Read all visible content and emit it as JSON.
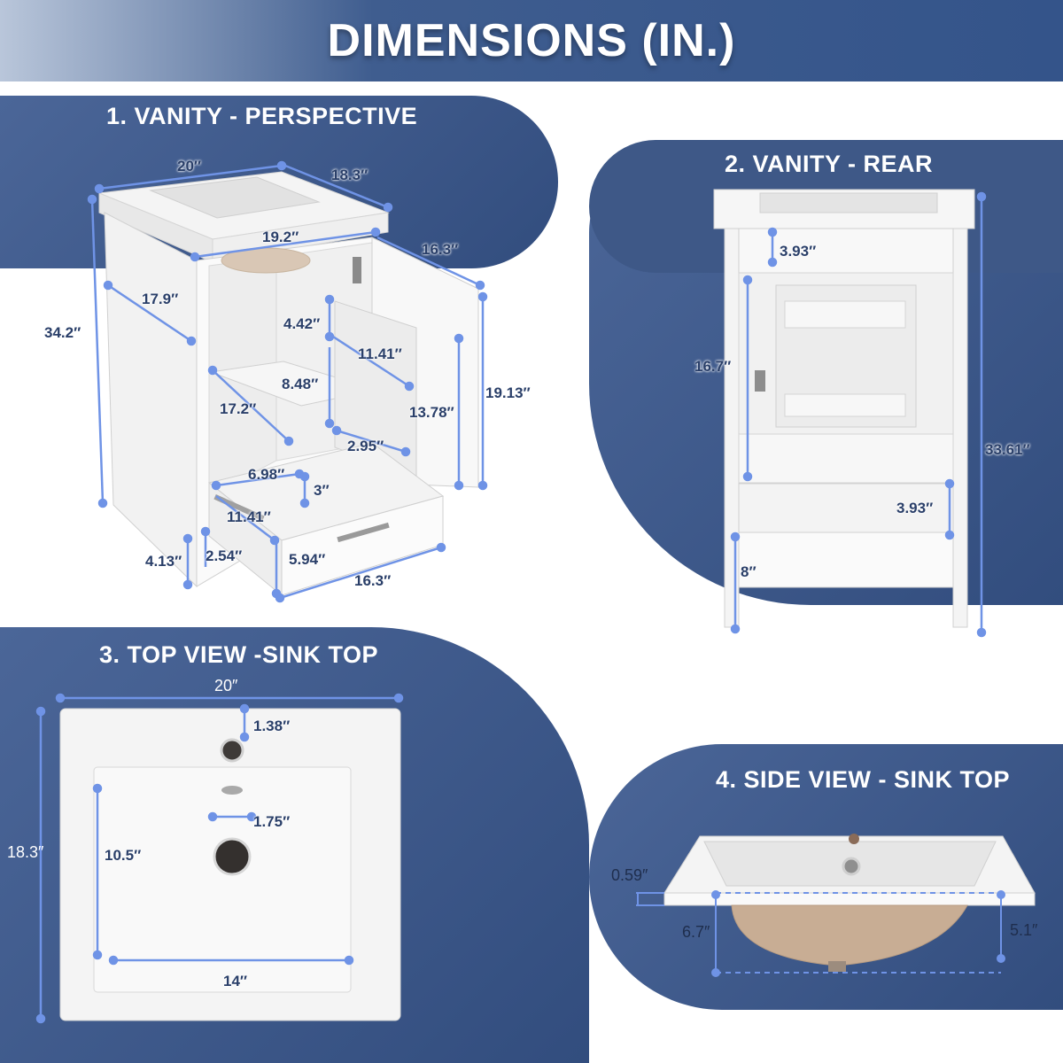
{
  "header": {
    "title": "DIMENSIONS (IN.)"
  },
  "sections": {
    "perspective": {
      "title": "1. VANITY - PERSPECTIVE",
      "dims": {
        "top_width": "20″",
        "top_depth": "18.3″",
        "inner_width": "19.2″",
        "door_width": "16.3″",
        "height": "34.2″",
        "side_depth": "17.9″",
        "door_inner_top": "4.42″",
        "door_shelf_width": "11.41″",
        "door_shelf_height": "8.48″",
        "door_height": "19.13″",
        "inner_depth": "17.2″",
        "door_inner_height": "13.78″",
        "door_shelf_depth": "2.95″",
        "drawer_inner_depth": "6.98″",
        "drawer_divider": "3″",
        "drawer_width_inner": "11.41″",
        "leg_height": "4.13″",
        "drawer_side": "2.54″",
        "drawer_height": "5.94″",
        "drawer_width": "16.3″"
      }
    },
    "rear": {
      "title": "2. VANITY - REAR",
      "dims": {
        "top_rail": "3.93″",
        "opening_height": "16.7″",
        "total_height": "33.61″",
        "drawer_rail": "3.93″",
        "leg_height": "8″"
      }
    },
    "top_view": {
      "title": "3. TOP VIEW -SINK TOP",
      "dims": {
        "width": "20″",
        "depth": "18.3″",
        "faucet_hole": "1.38″",
        "drain_hole": "1.75″",
        "basin_depth": "10.5″",
        "basin_width": "14″"
      }
    },
    "side_view": {
      "title": "4. SIDE VIEW - SINK TOP",
      "dims": {
        "rim": "0.59″",
        "total_depth": "6.7″",
        "bowl_depth": "5.1″"
      }
    }
  },
  "colors": {
    "panel": "#3e5887",
    "dimension_line": "#6f93e6",
    "header": "#34548a"
  }
}
